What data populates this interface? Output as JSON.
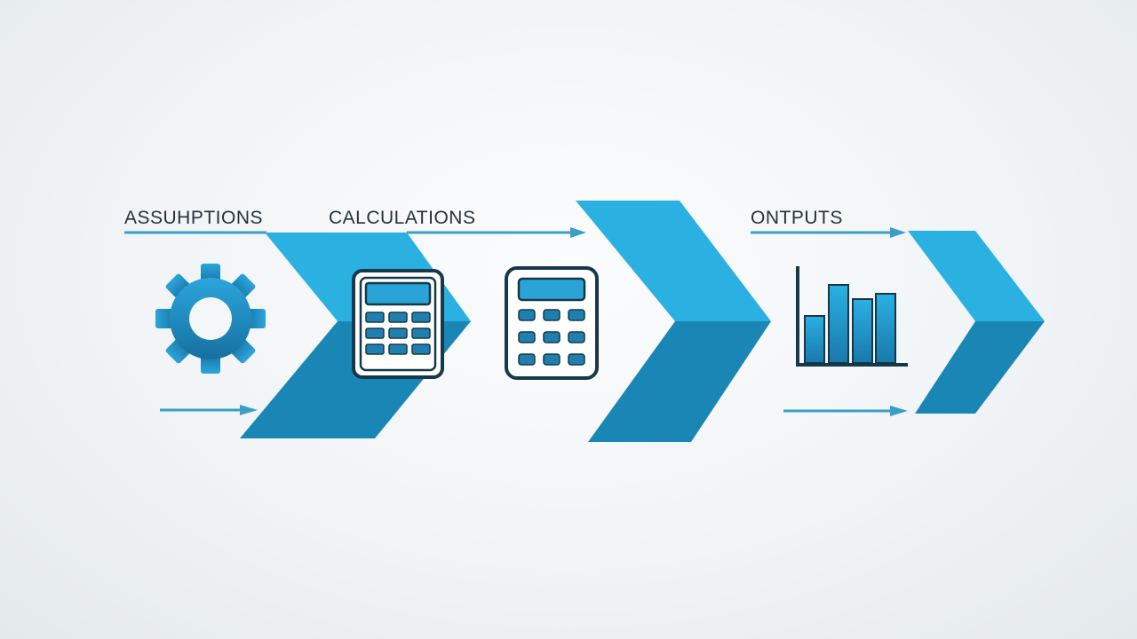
{
  "diagram": {
    "stages": [
      {
        "label": "ASSUHPTIONS",
        "icon": "gear-icon"
      },
      {
        "label": "CALCULATIONS",
        "icon": "calculator-icon"
      },
      {
        "label": "ONTPUTS",
        "icon": "bar-chart-icon"
      }
    ],
    "colors": {
      "chevron_light": "#2ab1e2",
      "chevron_dark": "#1a86b5",
      "icon_blue": "#1f8fc0",
      "icon_outline": "#15384a",
      "line": "#3a9fc7",
      "text": "#26323a"
    }
  }
}
